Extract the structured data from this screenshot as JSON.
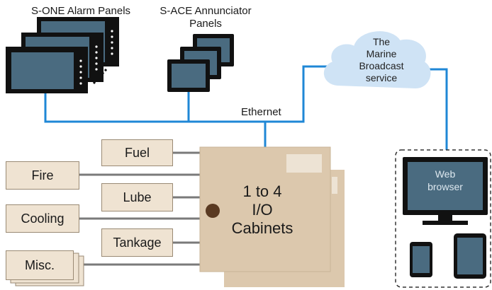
{
  "labels": {
    "alarm_panels": "S-ONE Alarm Panels",
    "annunciator_line1": "S-ACE Annunciator",
    "annunciator_line2": "Panels",
    "ethernet": "Ethernet",
    "cloud_line1": "The",
    "cloud_line2": "Marine",
    "cloud_line3": "Broadcast",
    "cloud_line4": "service",
    "cabinet_line1": "1 to 4",
    "cabinet_line2": "I/O",
    "cabinet_line3": "Cabinets",
    "web_line1": "Web",
    "web_line2": "browser"
  },
  "inputs": {
    "fuel": "Fuel",
    "fire": "Fire",
    "lube": "Lube",
    "cooling": "Cooling",
    "tankage": "Tankage",
    "misc": "Misc."
  },
  "colors": {
    "network_line": "#1f87d6",
    "signal_line": "#7a7a7a",
    "box_fill": "#efe3d2",
    "cabinet_fill": "#dcc8ad",
    "cloud_fill": "#cfe3f5",
    "screen_fill": "#4a6b80"
  }
}
